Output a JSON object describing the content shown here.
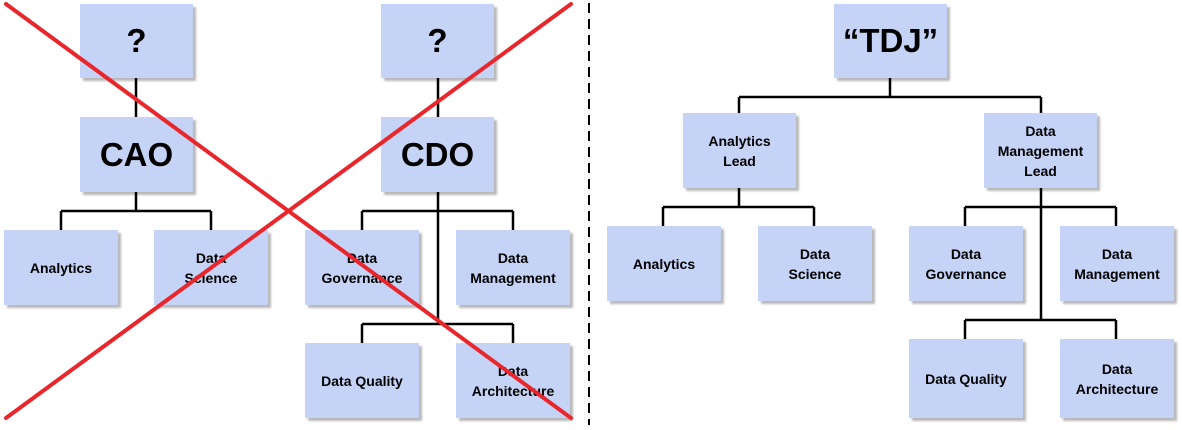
{
  "left": {
    "top_left": "?",
    "top_right": "?",
    "cao": "CAO",
    "cdo": "CDO",
    "analytics": "Analytics",
    "data_science": "Data\nScience",
    "data_governance": "Data\nGovernance",
    "data_management": "Data\nManagement",
    "data_quality": "Data Quality",
    "data_architecture": "Data\nArchitecture"
  },
  "right": {
    "tdj": "“TDJ”",
    "analytics_lead": "Analytics\nLead",
    "data_management_lead": "Data\nManagement\nLead",
    "analytics": "Analytics",
    "data_science": "Data\nScience",
    "data_governance": "Data\nGovernance",
    "data_management": "Data\nManagement",
    "data_quality": "Data Quality",
    "data_architecture": "Data\nArchitecture"
  },
  "colors": {
    "box_fill": "#c5d3f6",
    "connector": "#000000",
    "cross": "#e8262c"
  }
}
